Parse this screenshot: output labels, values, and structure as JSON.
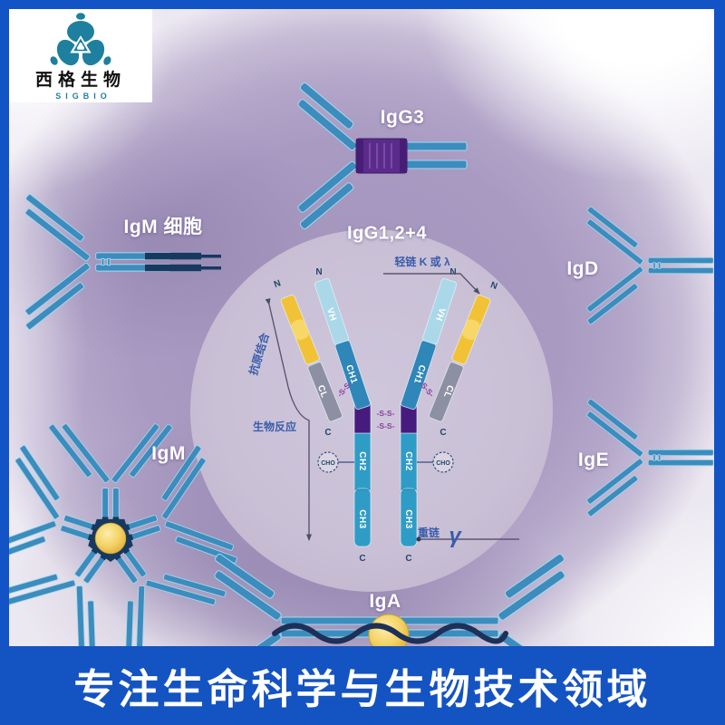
{
  "banner": {
    "text": "专注生命科学与生物技术领域"
  },
  "logo": {
    "company_cn": "西格生物",
    "company_en": "SIGBIO"
  },
  "antibody_labels": {
    "igg3": "IgG3",
    "igm_membrane": "IgM 细胞",
    "igg124": "IgG1,2+4",
    "igd": "IgD",
    "igm_pentamer": "IgM",
    "ige": "IgE",
    "iga": "IgA"
  },
  "structure_labels": {
    "n_terminus": "N",
    "c_terminus": "C",
    "vh": "VH",
    "ch1": "CH1",
    "ch2": "CH2",
    "ch3": "CH3",
    "cl": "CL",
    "disulfide": "-S-S-",
    "cho": "CHO",
    "light_chain": "轻链 K 或 λ",
    "antigen_binding": "抗原结合",
    "biological_response": "生物反应",
    "heavy_chain": "重链",
    "gamma": "γ"
  },
  "colors": {
    "frame_blue": "#1254C6",
    "banner_blue": "#1453C2",
    "background_purple": "#A294BC",
    "inner_circle": "#C9C0D6",
    "antibody_blue": "#3C8CBE",
    "antibody_dark_navy": "#16395F",
    "hinge_purple": "#5B2B8C",
    "vh_light_blue": "#ABD8E8",
    "ch_blue": "#2F9CC6",
    "ch1_blue": "#2F86B8",
    "vl_yellow": "#F2C236",
    "cl_gray": "#8D8FA3",
    "disulfide_purple": "#8A3FA0",
    "annotation_blue": "#3B5CAB",
    "j_chain_yellow": "#F3D264",
    "logo_teal": "#1F7F9F"
  }
}
